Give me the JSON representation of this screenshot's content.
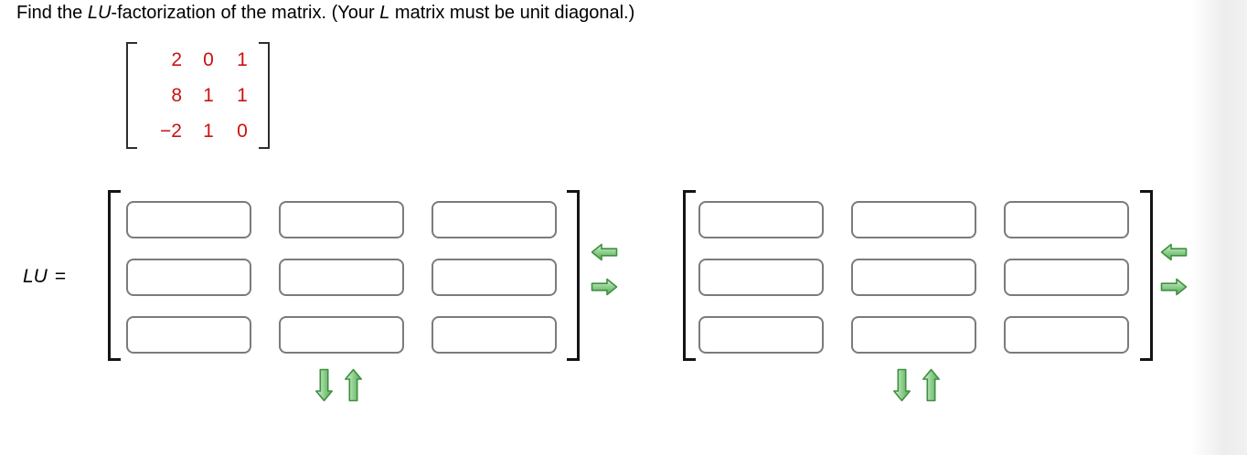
{
  "title": {
    "part1": "Find the ",
    "italic1": "LU",
    "part2": "-factorization of the matrix. (Your ",
    "italic2": "L",
    "part3": " matrix must be unit diagonal.)"
  },
  "given_matrix": {
    "rows": [
      [
        "2",
        "0",
        "1"
      ],
      [
        "8",
        "1",
        "1"
      ],
      [
        "−2",
        "1",
        "0"
      ]
    ]
  },
  "equation": {
    "lhs": "LU",
    "op": "="
  },
  "answer_matrix": {
    "rows": 3,
    "cols": 3,
    "cell_value": "",
    "cell_placeholder": ""
  },
  "icons": {
    "left": "left-arrow",
    "right": "right-arrow",
    "down": "down-arrow",
    "up": "up-arrow"
  },
  "colors": {
    "given_matrix_text": "#cc1111",
    "bracket": "#141414",
    "input_border": "#7b7b7b",
    "arrow_green_light": "#dff2d8",
    "arrow_green_mid": "#8fcf8f",
    "arrow_green_dark": "#57a957",
    "arrow_stroke": "#3f8f3f"
  }
}
